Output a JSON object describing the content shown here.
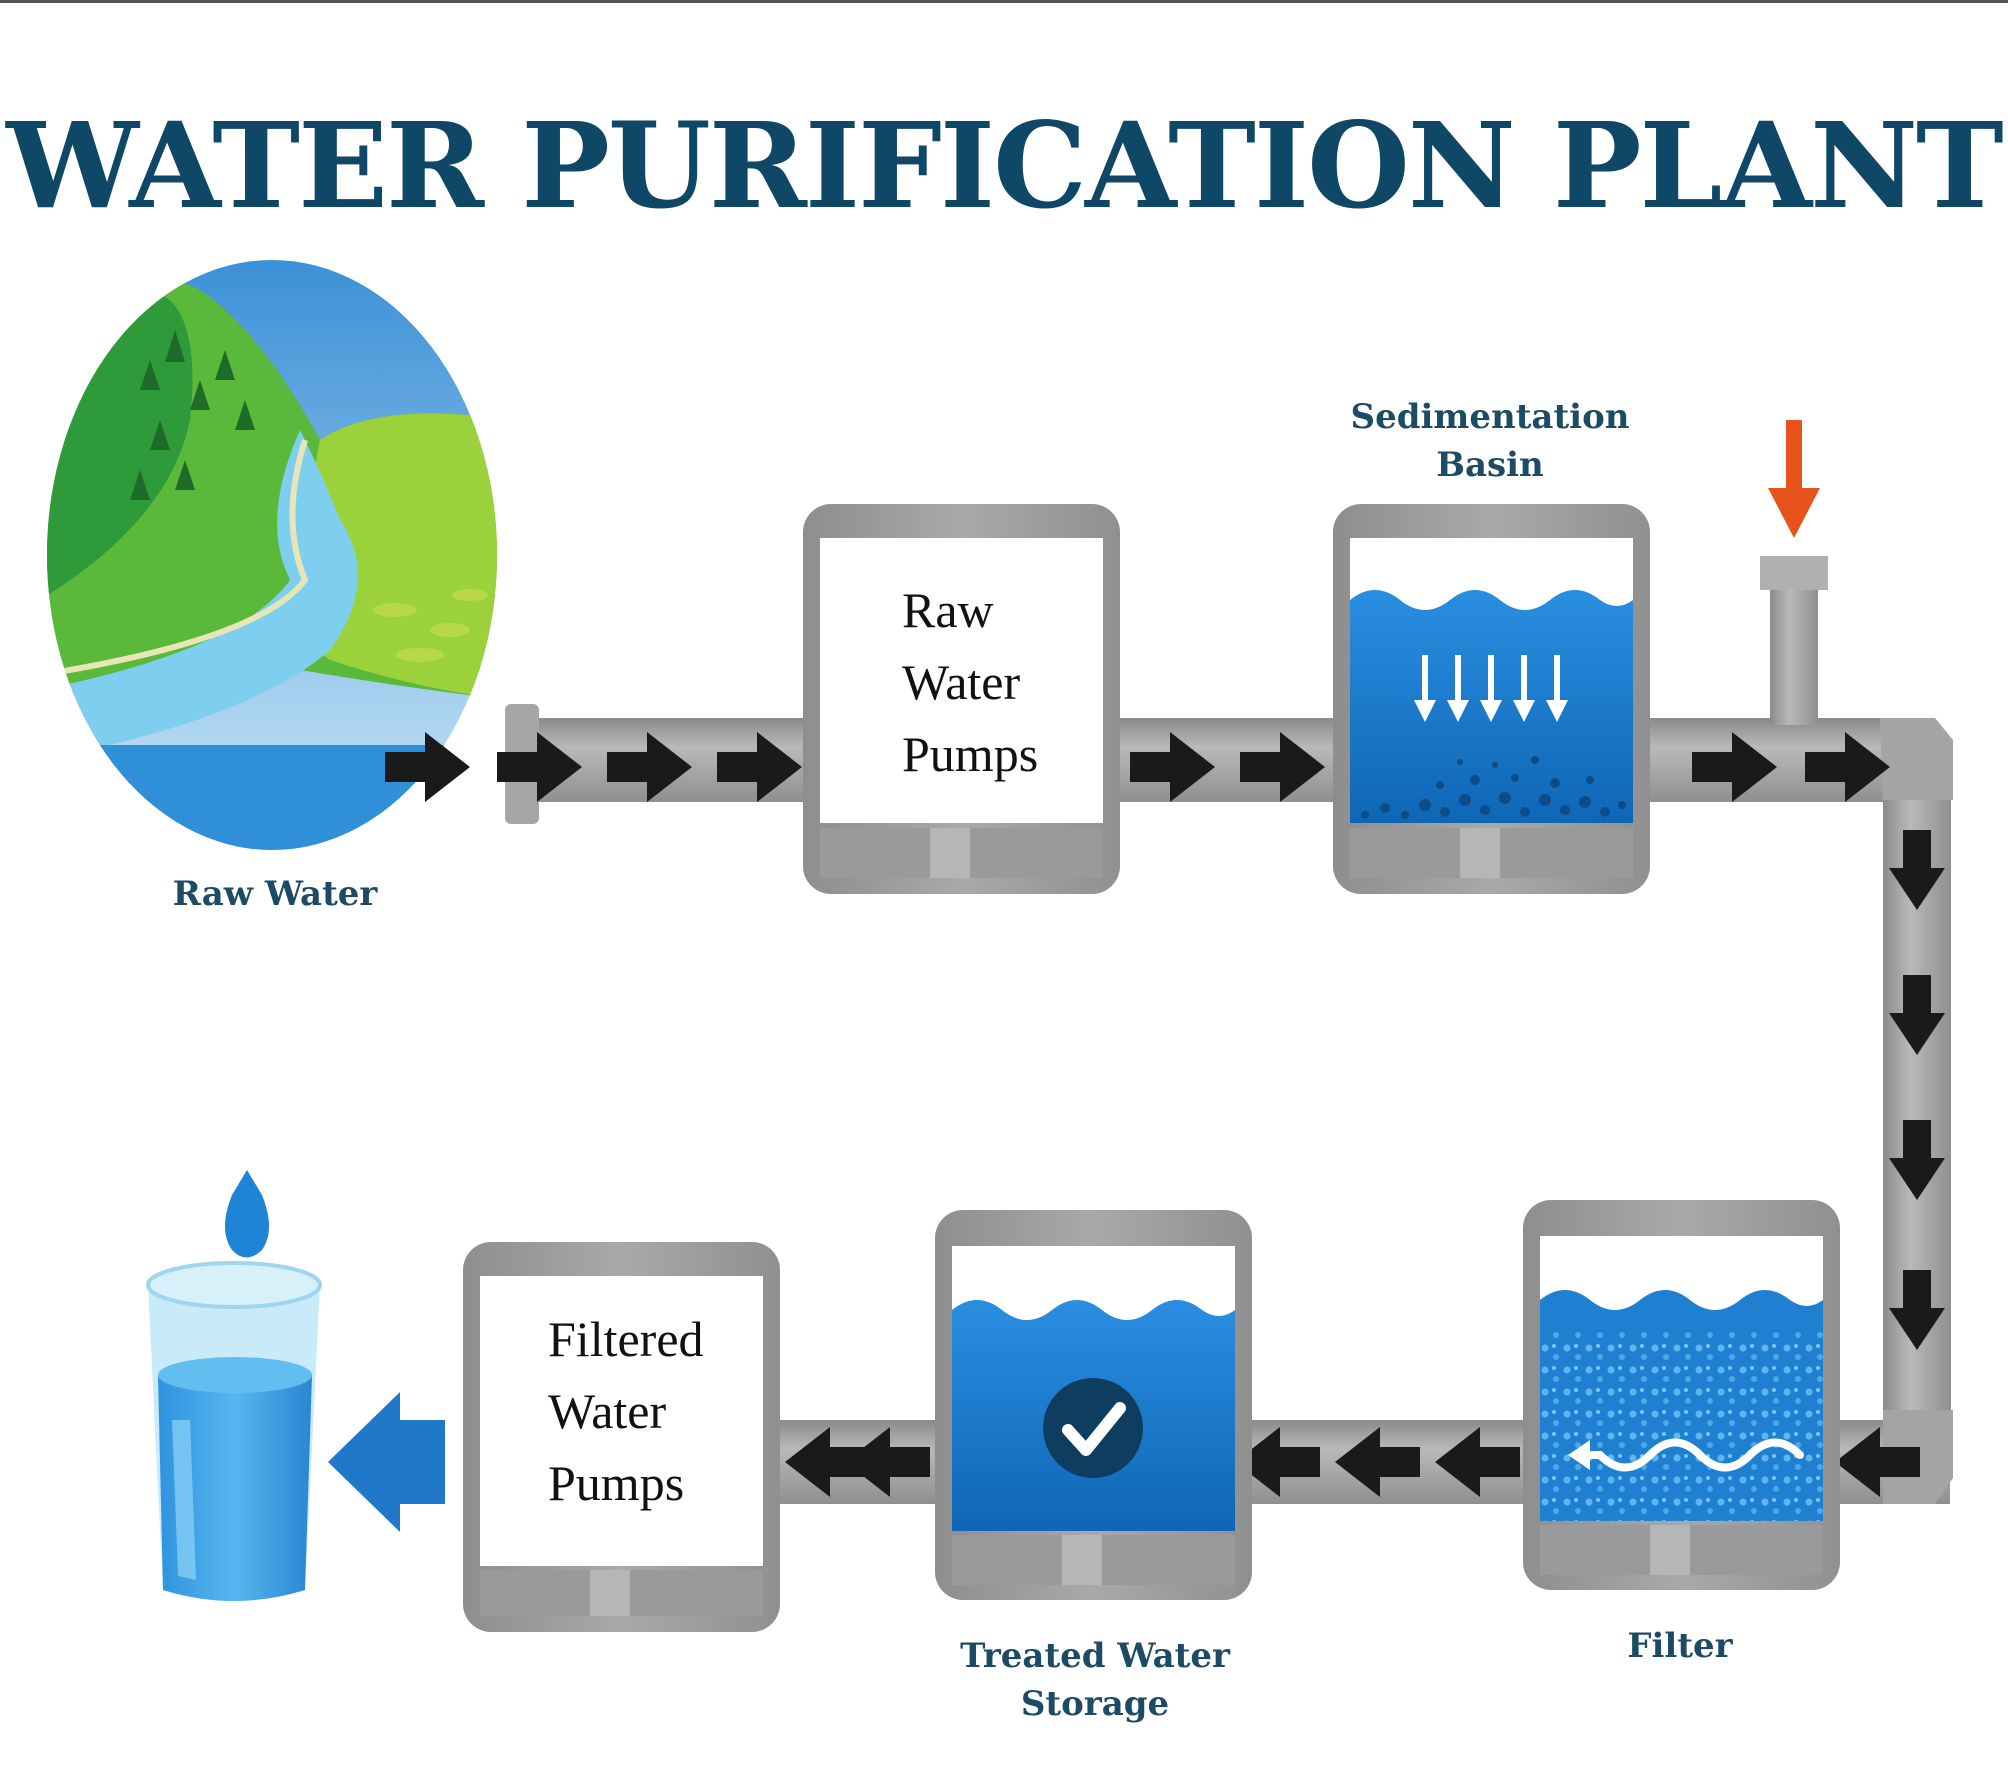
{
  "title": "WATER PURIFICATION PLANT",
  "stages": {
    "raw_water": {
      "label": "Raw Water"
    },
    "raw_water_pumps": {
      "line1": "Raw",
      "line2": "Water",
      "line3": "Pumps"
    },
    "sedimentation_basin": {
      "line1": "Sedimentation",
      "line2": "Basin"
    },
    "filter": {
      "label": "Filter"
    },
    "treated_water_storage": {
      "line1": "Treated Water",
      "line2": "Storage"
    },
    "filtered_water_pumps": {
      "line1": "Filtered",
      "line2": "Water",
      "line3": "Pumps"
    }
  },
  "colors": {
    "title": "#0f4766",
    "pipe": "#9c9c9c",
    "water": "#1f7fd0",
    "chemical_arrow": "#e8531c",
    "flow_arrow": "#1a1a1a"
  },
  "icons": [
    "flow-arrow-icon",
    "chemical-inlet-arrow-icon",
    "checkmark-icon",
    "water-drop-icon",
    "glass-of-water-icon"
  ]
}
